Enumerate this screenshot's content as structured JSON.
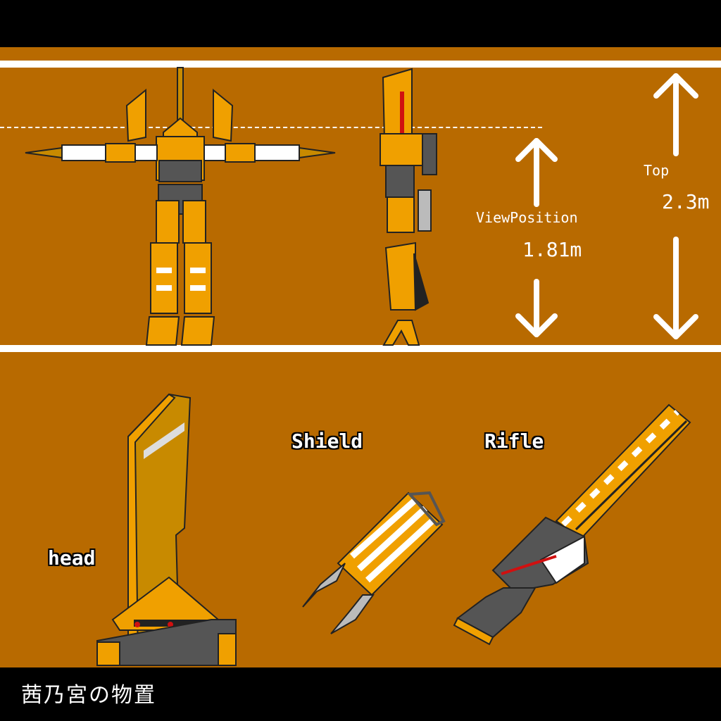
{
  "measurements": {
    "view_position_label": "ViewPosition",
    "view_position_value": "1.81m",
    "top_label": "Top",
    "top_value": "2.3m"
  },
  "parts": {
    "head_label": "head",
    "shield_label": "Shield",
    "rifle_label": "Rifle"
  },
  "footer": {
    "credit": "茜乃宮の物置"
  },
  "colors": {
    "background": "#b86a00",
    "frame": "#000000",
    "lines": "#ffffff",
    "accent_orange": "#f0a000",
    "armor_gray": "#555555",
    "accent_red": "#d01010"
  }
}
